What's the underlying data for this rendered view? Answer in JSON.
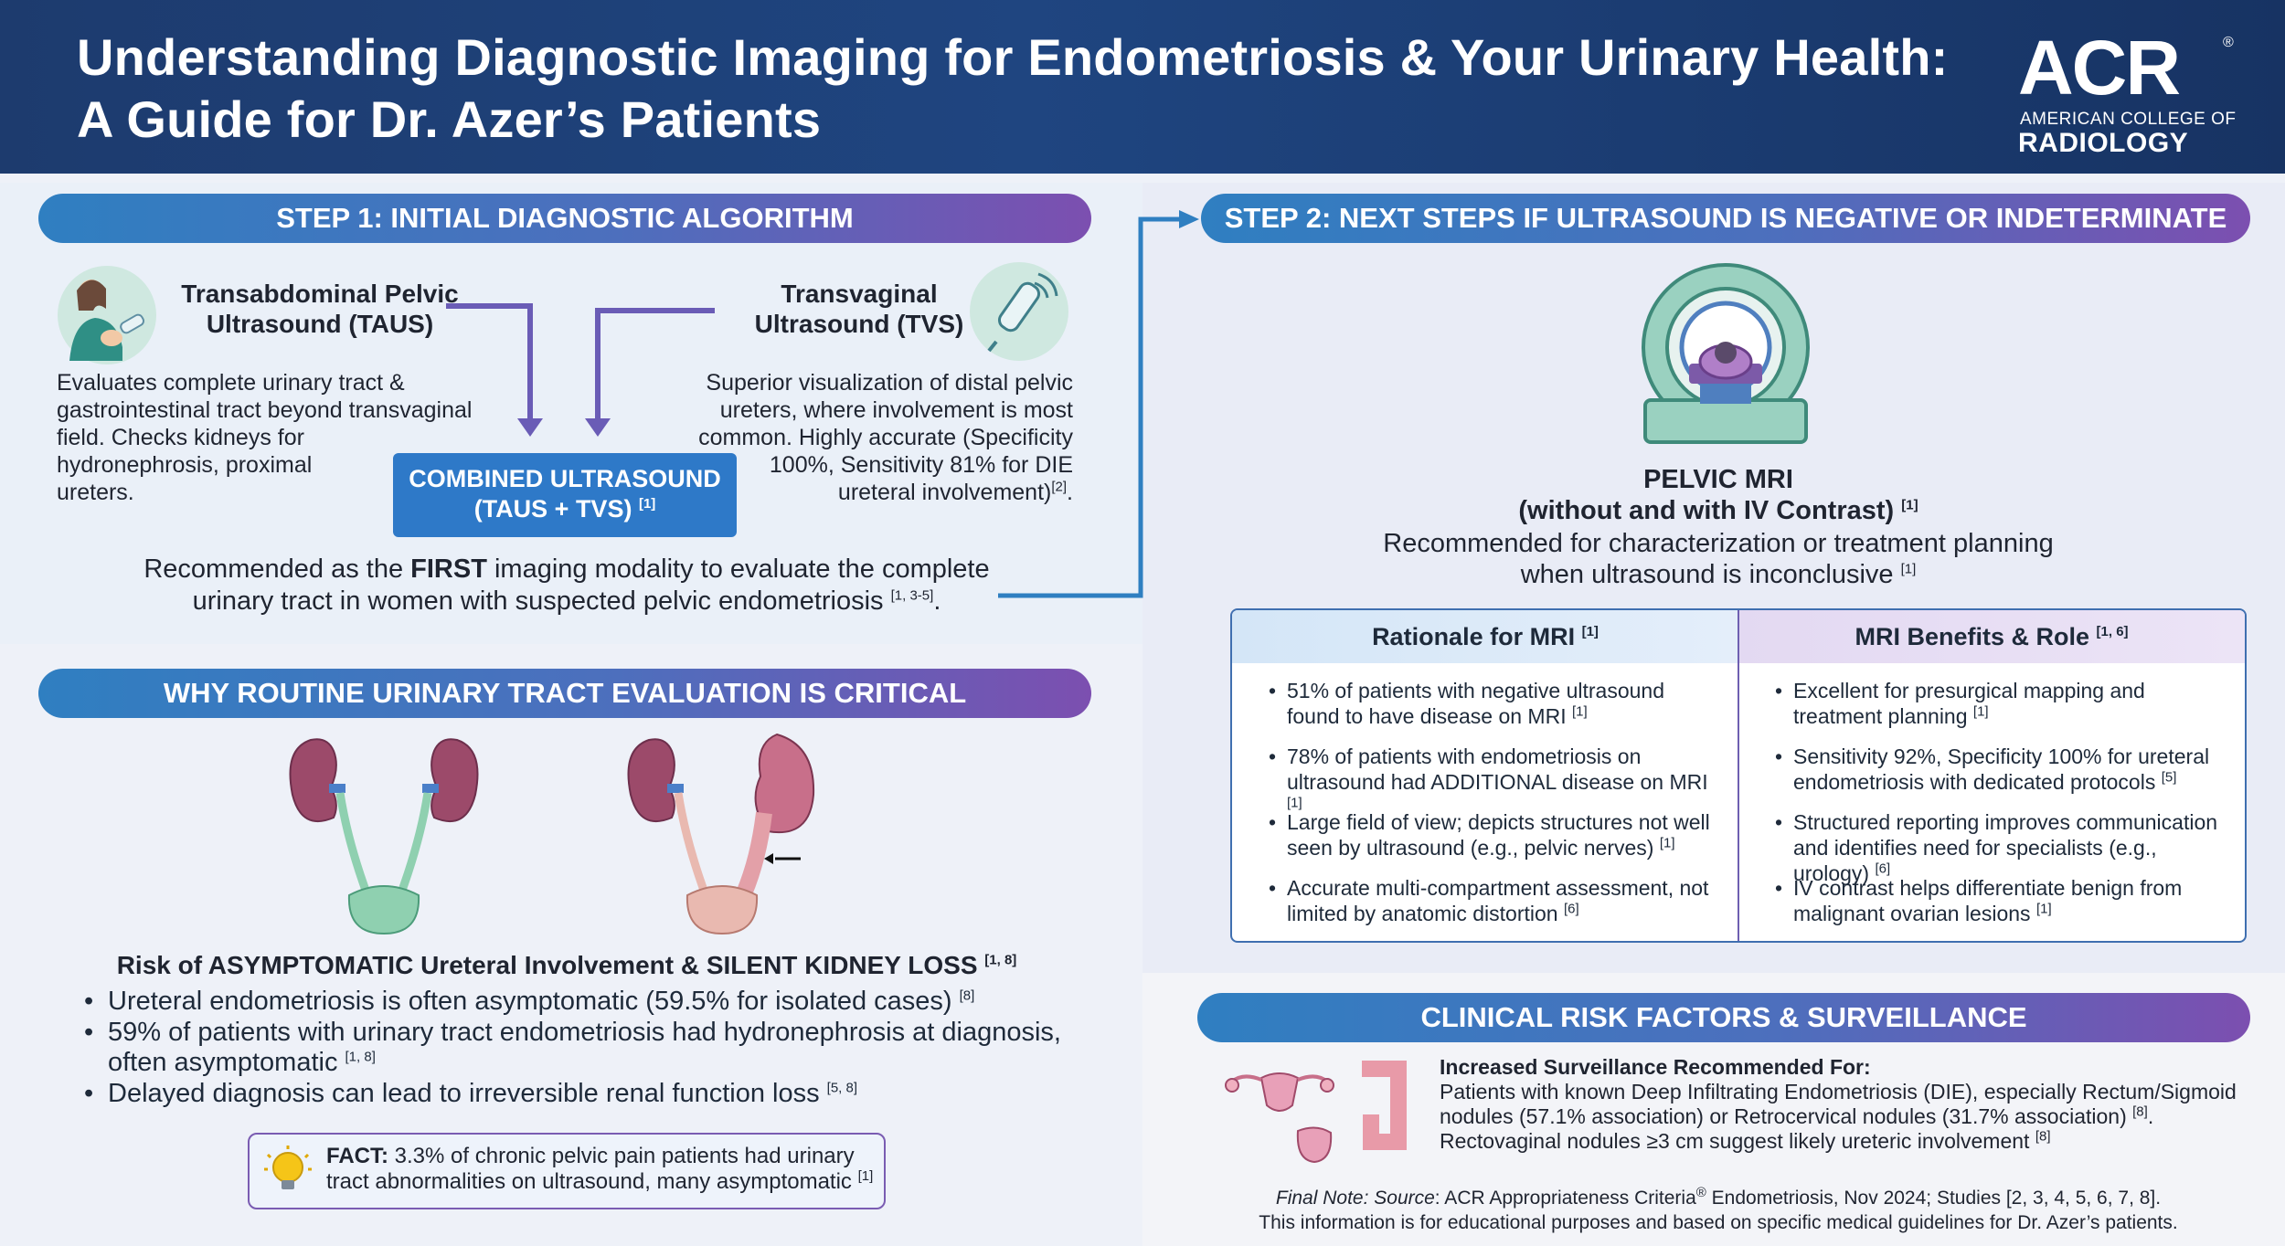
{
  "header": {
    "title_line1": "Understanding Diagnostic Imaging for Endometriosis & Your Urinary Health:",
    "title_line2": "A Guide for Dr. Azer’s Patients",
    "logo_word": "ACR",
    "logo_reg": "®",
    "logo_line1": "AMERICAN COLLEGE OF",
    "logo_line2": "RADIOLOGY"
  },
  "step1": {
    "heading": "STEP 1: INITIAL DIAGNOSTIC ALGORITHM",
    "taus_title1": "Transabdominal Pelvic",
    "taus_title2": "Ultrasound (TAUS)",
    "taus_desc": [
      "Evaluates complete urinary tract &",
      "gastrointestinal tract beyond transvaginal",
      "field. Checks kidneys for",
      "hydronephrosis, proximal",
      "ureters."
    ],
    "tvs_title1": "Transvaginal",
    "tvs_title2": "Ultrasound (TVS)",
    "tvs_desc": [
      "Superior visualization of distal pelvic",
      "ureters, where involvement is most",
      "common. Highly accurate (Specificity",
      "100%, Sensitivity 81% for DIE",
      "ureteral involvement)"
    ],
    "tvs_ref": "[2]",
    "tvs_end": ".",
    "combined1": "COMBINED ULTRASOUND",
    "combined2": "(TAUS + TVS)",
    "combined_ref": "[1]",
    "rec_pre": "Recommended as the ",
    "rec_bold": "FIRST",
    "rec_post": " imaging modality to evaluate the complete",
    "rec_line2": "urinary tract in women with suspected pelvic endometriosis",
    "rec_ref": "[1, 3-5]",
    "rec_end": "."
  },
  "why": {
    "heading": "WHY ROUTINE URINARY TRACT EVALUATION IS CRITICAL",
    "risk_title": "Risk of ASYMPTOMATIC Ureteral Involvement & SILENT KIDNEY LOSS",
    "risk_ref": "[1, 8]",
    "bullets": [
      {
        "text": "Ureteral endometriosis is often asymptomatic (59.5% for isolated cases)",
        "ref": "[8]"
      },
      {
        "text": "59% of patients with urinary tract endometriosis had hydronephrosis at diagnosis,",
        "text2": "often asymptomatic",
        "ref": "[1, 8]"
      },
      {
        "text": "Delayed diagnosis can lead to irreversible renal function loss",
        "ref": "[5, 8]"
      }
    ],
    "fact_label": "FACT:",
    "fact_text1": " 3.3% of chronic pelvic pain patients had urinary",
    "fact_text2": "tract abnormalities on ultrasound, many asymptomatic",
    "fact_ref": "[1]"
  },
  "step2": {
    "heading": "STEP 2: NEXT STEPS IF ULTRASOUND IS NEGATIVE OR INDETERMINATE",
    "mri_title": "PELVIC MRI",
    "mri_sub": "(without and with IV Contrast)",
    "mri_sub_ref": "[1]",
    "mri_rec1": "Recommended for characterization or treatment planning",
    "mri_rec2": "when ultrasound is inconclusive",
    "mri_rec_ref": "[1]",
    "rationale_head": "Rationale for MRI",
    "rationale_ref": "[1]",
    "benefits_head": "MRI Benefits & Role",
    "benefits_ref": "[1, 6]",
    "rationale": [
      {
        "l1": "51% of patients with negative ultrasound",
        "l2": "found to have disease on MRI",
        "ref": "[1]"
      },
      {
        "l1": "78% of patients with endometriosis on",
        "l2": "ultrasound had ADDITIONAL disease on MRI",
        "ref": "[1]"
      },
      {
        "l1": "Large field of view; depicts structures not well",
        "l2": "seen by ultrasound (e.g., pelvic nerves)",
        "ref": "[1]"
      },
      {
        "l1": "Accurate multi-compartment assessment, not",
        "l2": "limited by anatomic distortion",
        "ref": "[6]"
      }
    ],
    "benefits": [
      {
        "l1": "Excellent for presurgical mapping and",
        "l2": "treatment planning",
        "ref": "[1]"
      },
      {
        "l1": "Sensitivity 92%, Specificity 100% for ureteral",
        "l2": "endometriosis with dedicated protocols",
        "ref": "[5]"
      },
      {
        "l1": "Structured reporting improves communication",
        "l2": "and identifies need for specialists (e.g., urology)",
        "ref": "[6]"
      },
      {
        "l1": "IV contrast helps differentiate benign from",
        "l2": "malignant ovarian lesions",
        "ref": "[1]"
      }
    ]
  },
  "risk": {
    "heading": "CLINICAL RISK FACTORS & SURVEILLANCE",
    "sub": "Increased Surveillance Recommended For:",
    "line1": "Patients with known Deep Infiltrating Endometriosis (DIE), especially Rectum/Sigmoid",
    "line2": "nodules (57.1% association) or Retrocervical nodules (31.7% association)",
    "line2_ref": "[8]",
    "line2_end": ".",
    "line3": "Rectovaginal nodules ≥3 cm suggest likely ureteric involvement",
    "line3_ref": "[8]"
  },
  "footer": {
    "note_label": "Final Note: Source",
    "note_text": ": ACR Appropriateness Criteria",
    "note_reg": "®",
    "note_text2": " Endometriosis, Nov 2024; Studies [2, 3, 4, 5, 6, 7, 8].",
    "line2": "This information is for educational purposes and based on specific medical guidelines for Dr. Azer’s patients."
  },
  "colors": {
    "header_bg": "#1d3b6e",
    "pill_start": "#2f7fc1",
    "pill_end": "#7c4fb0",
    "combined_bg": "#2e79c8",
    "arrow": "#6a5cb6",
    "connector": "#2f7fc1"
  },
  "icons": [
    "patient-ultrasound-icon",
    "ultrasound-probe-icon",
    "mri-scanner-icon",
    "healthy-urinary-tract-icon",
    "hydronephrosis-urinary-tract-icon",
    "lightbulb-icon",
    "uterus-icon",
    "bladder-icon",
    "colon-icon"
  ]
}
